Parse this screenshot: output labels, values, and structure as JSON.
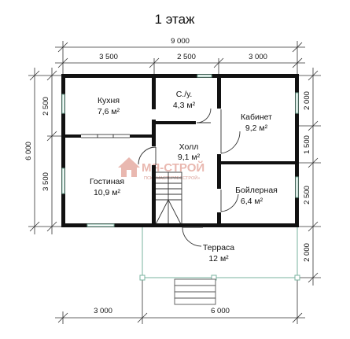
{
  "title": "1 этаж",
  "dimensions": {
    "top_total": "9 000",
    "top_1": "3 500",
    "top_2": "2 500",
    "top_3": "3 000",
    "left_total": "6 000",
    "left_1": "2 500",
    "left_2": "3 500",
    "right_1": "2 000",
    "right_2": "1 500",
    "right_3": "2 500",
    "right_4": "2 000",
    "bottom_1": "3 000",
    "bottom_2": "6 000"
  },
  "rooms": {
    "kitchen": {
      "name": "Кухня",
      "area": "7,6 м²"
    },
    "wc": {
      "name": "С./у.",
      "area": "4,3 м²"
    },
    "office": {
      "name": "Кабинет",
      "area": "9,2 м²"
    },
    "hall": {
      "name": "Холл",
      "area": "9,1 м²"
    },
    "living": {
      "name": "Гостиная",
      "area": "10,9 м²"
    },
    "boiler": {
      "name": "Бойлерная",
      "area": "6,4 м²"
    },
    "terrace": {
      "name": "Терраса",
      "area": "12 м²"
    }
  },
  "watermark": {
    "brand": "МЯ-СТРОЙ",
    "tagline": "ПСК «МАСТЕРЛЕССТРОЙ»"
  },
  "colors": {
    "wall": "#111111",
    "window": "#7ab39f",
    "dimension_line": "#333333",
    "terrace_line": "#7ab39f",
    "watermark": "#e9b8b0"
  }
}
